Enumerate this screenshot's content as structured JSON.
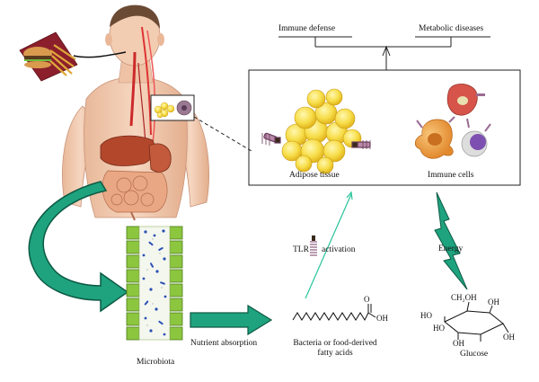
{
  "hierarchy": {
    "immune_defense": "Immune defense",
    "metabolic_diseases": "Metabolic diseases"
  },
  "panel": {
    "adipose_tissue": "Adipose tissue",
    "immune_cells": "Immune cells"
  },
  "pathway": {
    "tlr": "TLR",
    "activation": "activation",
    "energy": "Energy"
  },
  "gut": {
    "microbiota": "Microbiota",
    "nutrient_absorption": "Nutrient absorption"
  },
  "fatty_acid": {
    "label_line1": "Bacteria or food-derived",
    "label_line2": "fatty acids",
    "oh": "OH",
    "o": "O"
  },
  "glucose": {
    "label": "Glucose",
    "ch2oh": "CH₂OH",
    "oh": "OH",
    "ho": "HO"
  },
  "colors": {
    "arrow_teal": "#1fa37f",
    "fat_yellow": "#f7de4a",
    "skin": "#f1c9ae",
    "liver": "#b2472c",
    "villi_green": "#8cc63f"
  }
}
